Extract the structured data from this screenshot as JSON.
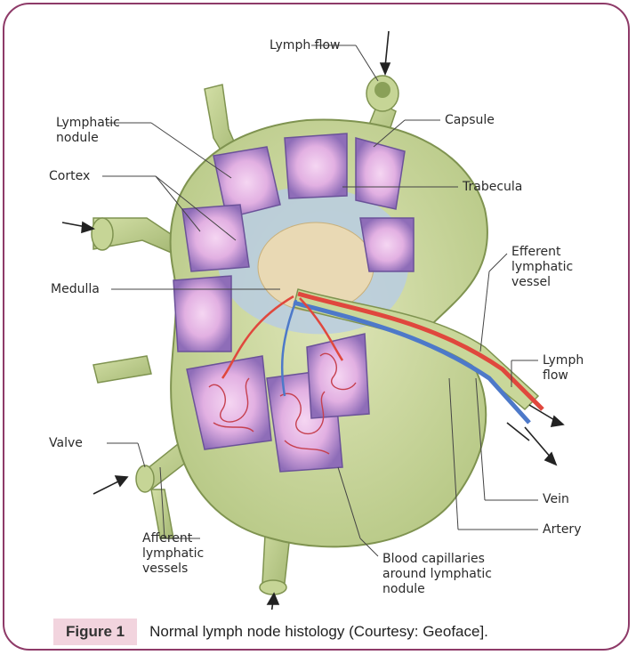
{
  "figure": {
    "labels": {
      "lymph_flow_top": "Lymph flow",
      "lymphatic_nodule": "Lymphatic nodule",
      "capsule": "Capsule",
      "cortex": "Cortex",
      "trabecula": "Trabecula",
      "efferent_lymphatic_vessel": "Efferent lymphatic vessel",
      "medulla": "Medulla",
      "lymph_flow_right": "Lymph flow",
      "valve": "Valve",
      "vein": "Vein",
      "artery": "Artery",
      "afferent_lymphatic_vessels": "Afferent lymphatic vessels",
      "blood_capillaries": "Blood capillaries around lymphatic nodule"
    }
  },
  "caption": {
    "figure_number": "Figure 1",
    "text": "Normal lymph node histology (Courtesy: Geoface]."
  },
  "colors": {
    "frame_border": "#8e3a68",
    "caption_badge": "#f2d4de",
    "node_green": "#c9d79a",
    "cortex_purple": "#8b6fb8",
    "nodule_pink": "#e6b9e6",
    "medulla_blue": "#b9cde2",
    "artery_red": "#e0473d",
    "vein_blue": "#4d79c9"
  }
}
